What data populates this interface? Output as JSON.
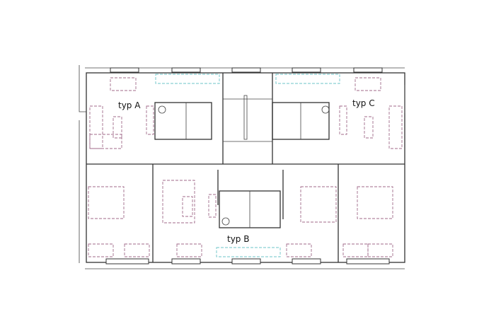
{
  "labels": {
    "unit_a": "typ A",
    "unit_b": "typ B",
    "unit_c": "typ C"
  },
  "colors": {
    "walls": "#333333",
    "furniture": "#a06a8a",
    "kitchen": "#6cc4c9"
  }
}
